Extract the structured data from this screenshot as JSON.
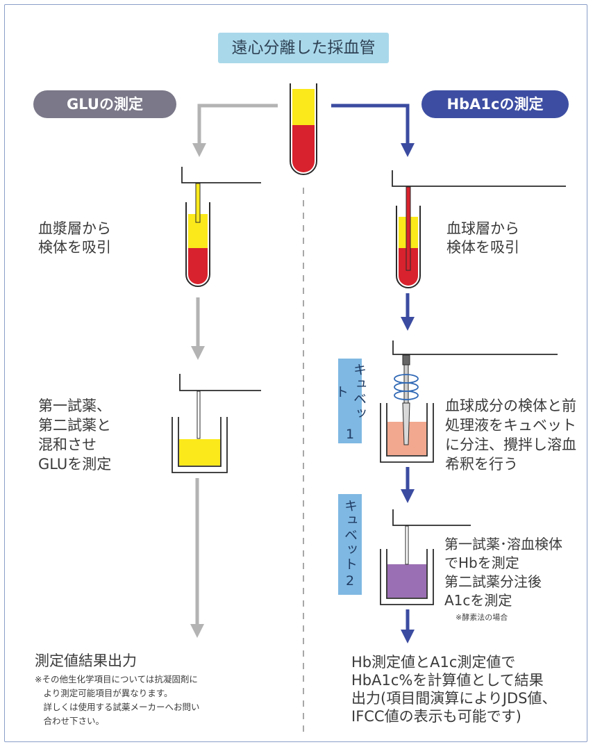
{
  "top_title": "遠心分離した採血管",
  "left_header": "GLUの測定",
  "right_header": "HbA1cの測定",
  "left_step1": "血漿層から\n検体を吸引",
  "right_step1": "血球層から\n検体を吸引",
  "left_step2": "第一試薬、\n第二試薬と\n混和させ\nGLUを測定",
  "cuvette1_label": {
    "text": "キュベット",
    "number": "1"
  },
  "right_step2": "血球成分の検体と前\n処理液をキュベット\nに分注、攪拌し溶血\n希釈を行う",
  "cuvette2_label": {
    "text": "キュベット",
    "number": "2"
  },
  "right_step3": "第一試薬･溶血検体\nでHbを測定\n第二試薬分注後\nA1cを測定",
  "right_step3_note": "※酵素法の場合",
  "left_result": "測定値結果出力",
  "left_note": "※その他生化学項目については抗凝固剤に\n　より測定可能項目が異なります。\n　詳しくは使用する試薬メーカーへお問い\n　合わせ下さい。",
  "right_result": "Hb測定値とA1c測定値で\nHbA1c%を計算値として結果\n出力(項目間演算によりJDS値、\nIFCC値の表示も可能です)",
  "colors": {
    "plasma": "#fbe91b",
    "blood": "#d8222d",
    "gray_arrow": "#b3b3b3",
    "blue_arrow": "#3b4ba0",
    "cuvette1_liquid": "#f1a88f",
    "cuvette2_liquid": "#9b6fb4",
    "frame": "#8a9dc8"
  }
}
